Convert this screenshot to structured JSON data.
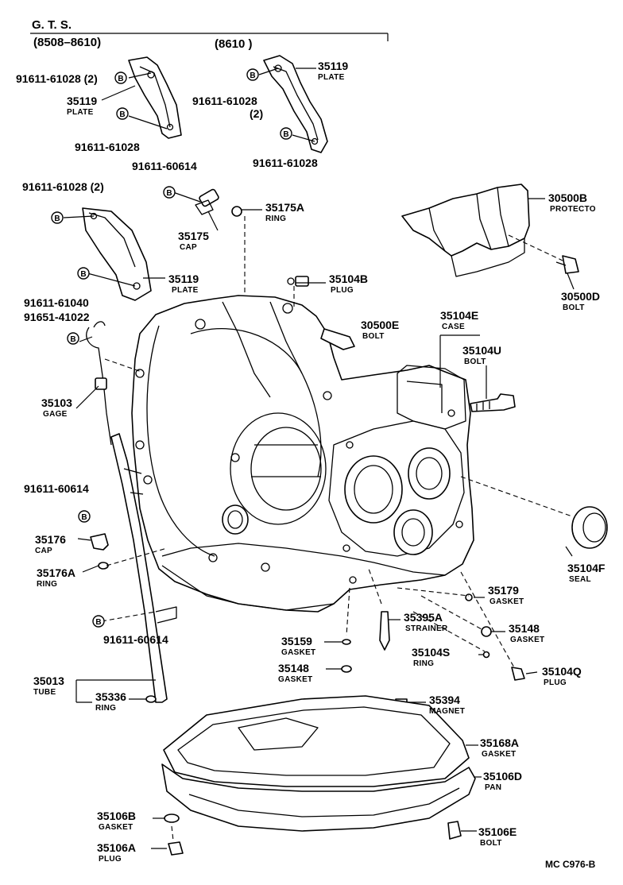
{
  "header": {
    "model": "G. T. S.",
    "range_a": "(8508–8610)",
    "range_b": "(8610       )",
    "footer_code": "MC  C976-B"
  },
  "bolt_mark": "B",
  "labels": {
    "l1": {
      "num": "91611-61028 (2)",
      "name": ""
    },
    "l2": {
      "num": "35119",
      "name": "PLATE"
    },
    "l3": {
      "num": "91611-61028",
      "name": ""
    },
    "l4": {
      "num": "91611-61028",
      "name": ""
    },
    "l4b": {
      "num": "(2)",
      "name": ""
    },
    "l5": {
      "num": "35119",
      "name": "PLATE"
    },
    "l6": {
      "num": "91611-61028",
      "name": ""
    },
    "l7": {
      "num": "91611-60614",
      "name": ""
    },
    "l8": {
      "num": "91611-61028 (2)",
      "name": ""
    },
    "l9": {
      "num": "35175",
      "name": "CAP"
    },
    "l10": {
      "num": "35175A",
      "name": "RING"
    },
    "l11": {
      "num": "30500B",
      "name": "PROTECTO"
    },
    "l12": {
      "num": "35119",
      "name": "PLATE"
    },
    "l13": {
      "num": "91611-61040",
      "name": ""
    },
    "l14": {
      "num": "35104B",
      "name": "PLUG"
    },
    "l15": {
      "num": "30500D",
      "name": "BOLT"
    },
    "l16": {
      "num": "91651-41022",
      "name": ""
    },
    "l17": {
      "num": "30500E",
      "name": "BOLT"
    },
    "l18": {
      "num": "35104E",
      "name": "CASE"
    },
    "l19": {
      "num": "35104U",
      "name": "BOLT"
    },
    "l20": {
      "num": "35103",
      "name": "GAGE"
    },
    "l21": {
      "num": "91611-60614",
      "name": ""
    },
    "l22": {
      "num": "35176",
      "name": "CAP"
    },
    "l23": {
      "num": "35176A",
      "name": "RING"
    },
    "l24": {
      "num": "35104F",
      "name": "SEAL"
    },
    "l25": {
      "num": "35179",
      "name": "GASKET"
    },
    "l26": {
      "num": "35395A",
      "name": "STRAINER"
    },
    "l27": {
      "num": "35148",
      "name": "GASKET"
    },
    "l28": {
      "num": "91611-60614",
      "name": ""
    },
    "l29": {
      "num": "35159",
      "name": "GASKET"
    },
    "l30": {
      "num": "35104S",
      "name": "RING"
    },
    "l31": {
      "num": "35148",
      "name": "GASKET"
    },
    "l32": {
      "num": "35104Q",
      "name": "PLUG"
    },
    "l33": {
      "num": "35013",
      "name": "TUBE"
    },
    "l34": {
      "num": "35336",
      "name": "RING"
    },
    "l35": {
      "num": "35394",
      "name": "MAGNET"
    },
    "l36": {
      "num": "35168A",
      "name": "GASKET"
    },
    "l37": {
      "num": "35106D",
      "name": "PAN"
    },
    "l38": {
      "num": "35106B",
      "name": "GASKET"
    },
    "l39": {
      "num": "35106E",
      "name": "BOLT"
    },
    "l40": {
      "num": "35106A",
      "name": "PLUG"
    }
  }
}
